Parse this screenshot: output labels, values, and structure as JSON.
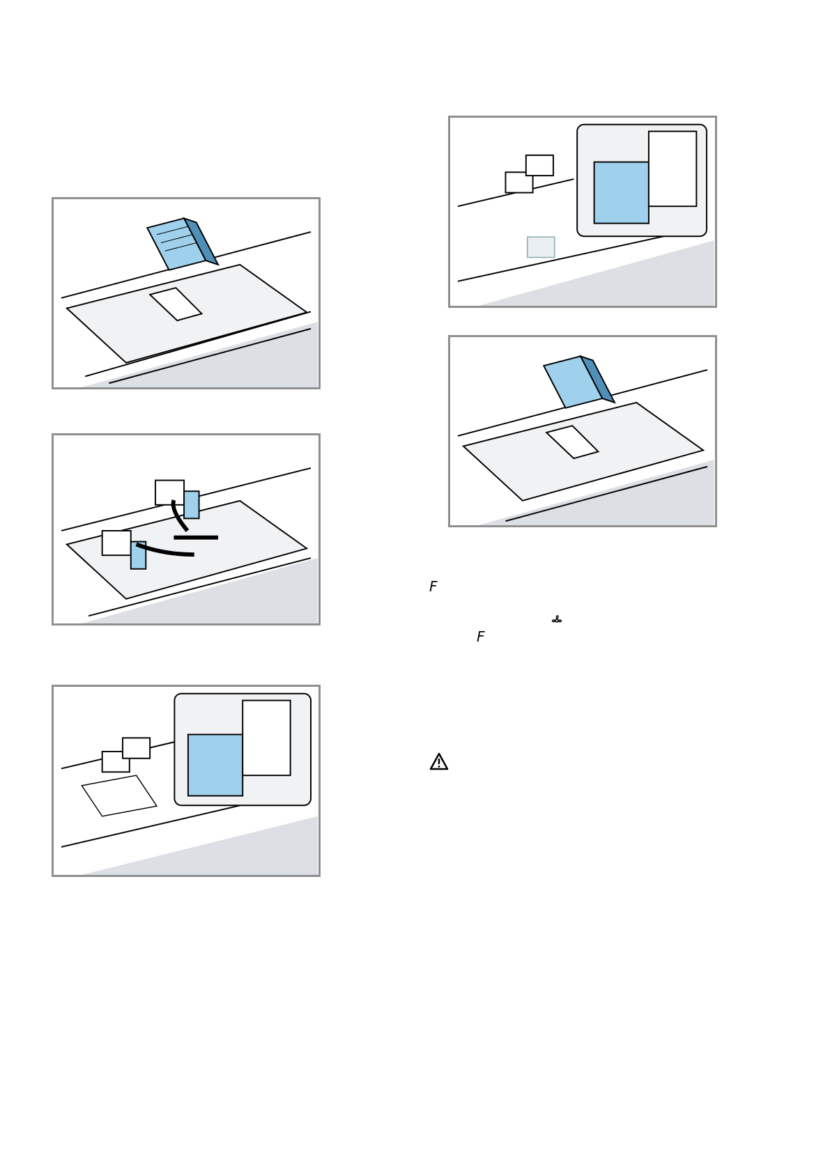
{
  "figures": {
    "fig1": {
      "name": "filter-module-lifted"
    },
    "fig2": {
      "name": "filter-replace-arrows"
    },
    "fig3": {
      "name": "filter-insert-detail-left"
    },
    "fig4": {
      "name": "filter-insert-detail-right"
    },
    "fig5": {
      "name": "filter-module-reinsert"
    }
  },
  "symbols": {
    "display_f_1": "F",
    "display_f_2": "F",
    "fan_icon": "fan-icon",
    "warning_icon": "warning-icon"
  },
  "colors": {
    "frame": "#8f8f8f",
    "filter_blue": "#9fd0ec",
    "filter_blue_dark": "#4f8fb8",
    "shade": "#dcdfe3"
  }
}
